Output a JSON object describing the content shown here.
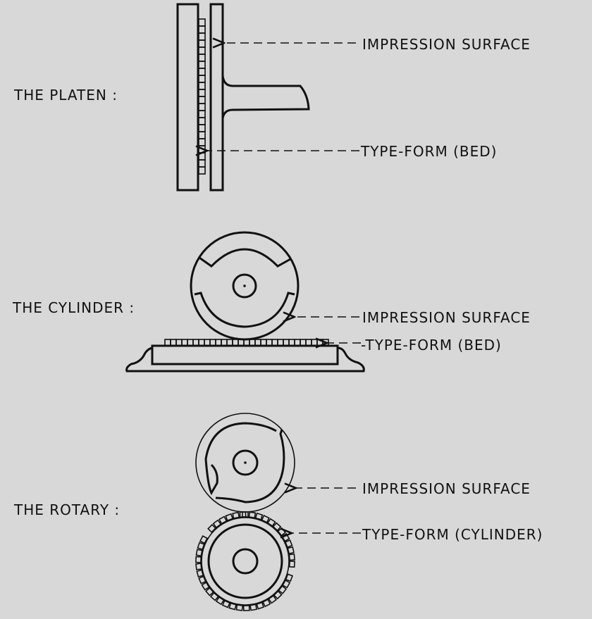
{
  "diagram": {
    "platen": {
      "title": "THE PLATEN :",
      "impression_label": "IMPRESSION SURFACE",
      "typeform_label": "TYPE-FORM (BED)"
    },
    "cylinder": {
      "title": "THE CYLINDER :",
      "impression_label": "IMPRESSION SURFACE",
      "typeform_label": "-TYPE-FORM (BED)"
    },
    "rotary": {
      "title": "THE ROTARY :",
      "impression_label": "IMPRESSION SURFACE",
      "typeform_label": "TYPE-FORM (CYLINDER)"
    }
  },
  "colors": {
    "background": "#d8d8d8",
    "ink": "#111111"
  }
}
